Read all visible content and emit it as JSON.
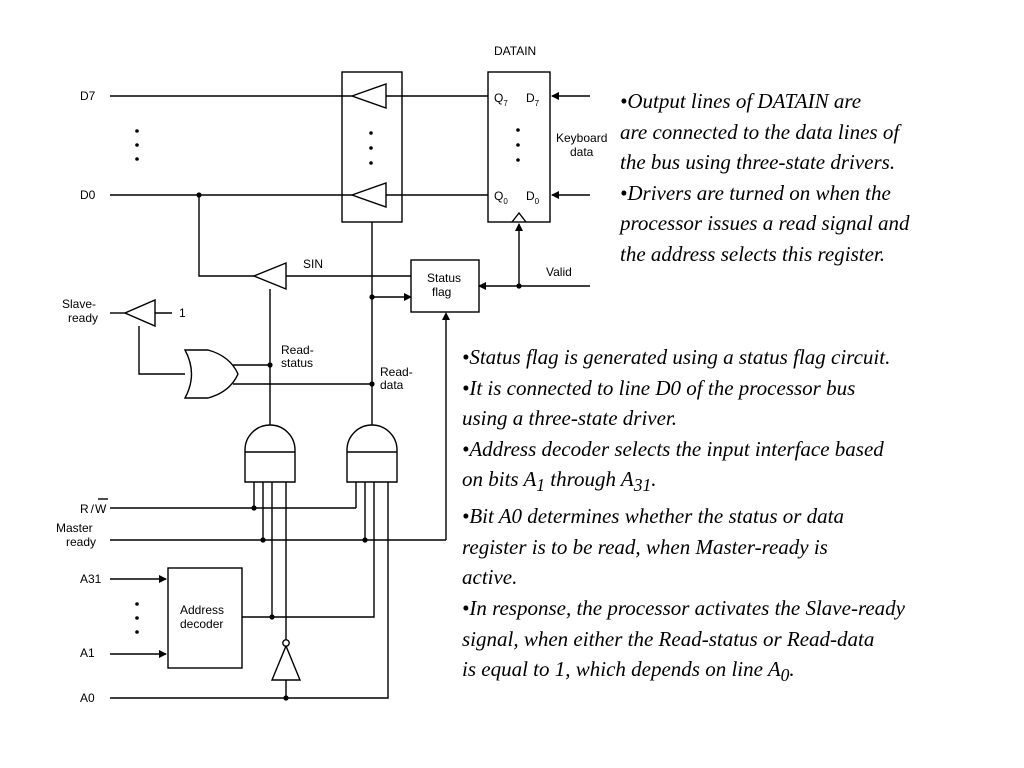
{
  "diagram": {
    "register_title": "DATAIN",
    "bus_lines": {
      "d7": "D7",
      "d0": "D0"
    },
    "register_pins": {
      "q7": "Q",
      "q7_sub": "7",
      "d7": "D",
      "d7_sub": "7",
      "q0": "Q",
      "q0_sub": "0",
      "d0": "D",
      "d0_sub": "0"
    },
    "keyboard_label": {
      "line1": "Keyboard",
      "line2": "data"
    },
    "sin_label": "SIN",
    "status_flag": {
      "line1": "Status",
      "line2": "flag"
    },
    "valid_label": "Valid",
    "slave_ready": {
      "line1": "Slave-",
      "line2": "ready"
    },
    "constant_one": "1",
    "read_status": {
      "line1": "Read-",
      "line2": "status"
    },
    "read_data": {
      "line1": "Read-",
      "line2": "data"
    },
    "rw_label": {
      "r": "R",
      "slash": "/",
      "w": "W"
    },
    "master_ready": {
      "line1": "Master",
      "line2": "ready"
    },
    "address_lines": {
      "a31": "A31",
      "a1": "A1",
      "a0": "A0"
    },
    "address_decoder": {
      "line1": "Address",
      "line2": "decoder"
    }
  },
  "notes_top": [
    "•Output lines of  DATAIN are",
    "are connected to the data lines of",
    "the bus using three-state drivers.",
    "•Drivers are turned on when the",
    "processor issues a read signal and",
    "the address selects this register."
  ],
  "notes_bottom": {
    "l1": "•Status flag is generated using a status flag circuit.",
    "l2": "•It is connected to line D0 of the processor bus",
    "l3": "using a three-state driver.",
    "l4": "•Address decoder selects the input interface based",
    "l5_a": "on bits A",
    "l5_sub1": "1",
    "l5_b": " through A",
    "l5_sub2": "31",
    "l5_c": ".",
    "l6": "•Bit A0 determines whether the status or data",
    "l7": "register is to be read, when Master-ready is",
    "l8": "active.",
    "l9": "•In response, the processor activates the Slave-ready",
    "l10": "signal, when either the Read-status or Read-data",
    "l11_a": "is equal to 1, which depends on line A",
    "l11_sub": "0",
    "l11_b": "."
  }
}
